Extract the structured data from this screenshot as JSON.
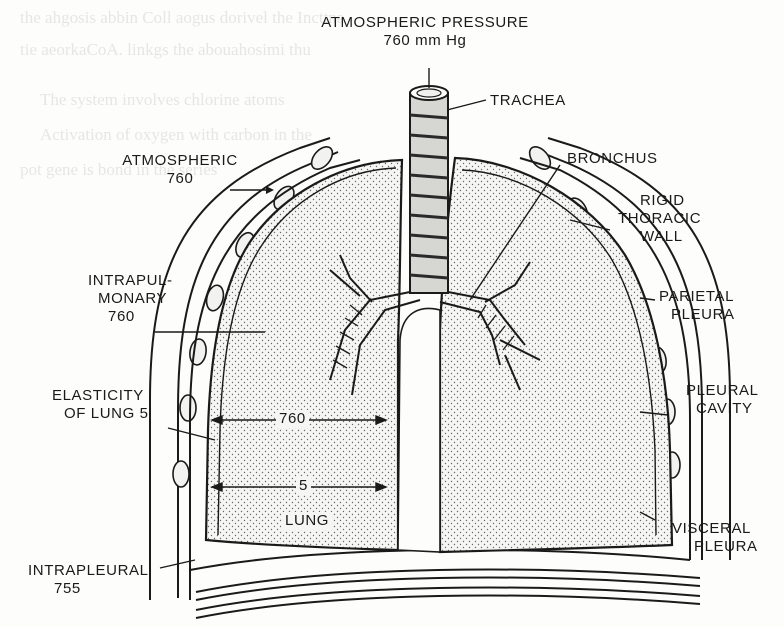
{
  "labels": {
    "atm_pressure_line1": "ATMOSPHERIC PRESSURE",
    "atm_pressure_line2": "760 mm Hg",
    "trachea": "TRACHEA",
    "bronchus": "BRONCHUS",
    "atmospheric_line1": "ATMOSPHERIC",
    "atmospheric_line2": "760",
    "rigid_line1": "RIGID",
    "rigid_line2": "THORACIC",
    "rigid_line3": "WALL",
    "intrapul_line1": "INTRAPUL-",
    "intrapul_line2": "MONARY",
    "intrapul_line3": "760",
    "parietal_line1": "PARIETAL",
    "parietal_line2": "PLEURA",
    "elasticity_line1": "ELASTICITY",
    "elasticity_line2": "OF LUNG 5",
    "pleural_line1": "PLEURAL",
    "pleural_line2": "CAVITY",
    "measure_760": "760",
    "measure_5": "5",
    "lung": "LUNG",
    "visceral_line1": "VISCERAL",
    "visceral_line2": "PLEURA",
    "intrapleural_line1": "INTRAPLEURAL",
    "intrapleural_line2": "755"
  },
  "colors": {
    "ink": "#1a1a1a",
    "paper": "#fdfdfc",
    "lung_fill": "#f4f4f2",
    "bleed_text": "#e6e6e6"
  }
}
